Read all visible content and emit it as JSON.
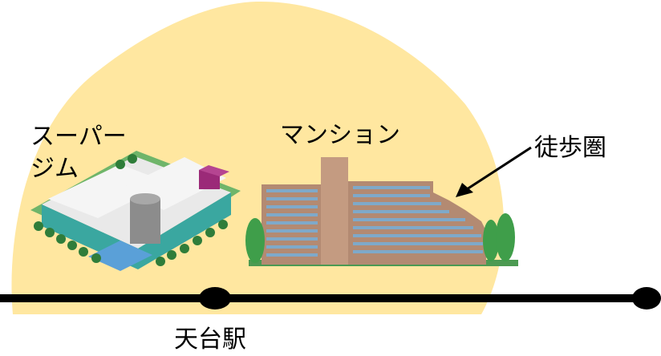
{
  "labels": {
    "supermarket_line1": "スーパー",
    "supermarket_line2": "ジム",
    "mansion": "マンション",
    "walking_area": "徒歩圏",
    "station": "天台駅"
  },
  "colors": {
    "walking_area_fill": "#ffe7a0",
    "rail_line": "#000000",
    "building_main": "#b38a72",
    "building_window": "#7fa9c9",
    "tree": "#3f9e4a",
    "supermarket_roof": "#f2f2f2",
    "supermarket_glass": "#3aa7a0",
    "accent_box": "#9b2a78"
  },
  "icons": [
    "supermarket-building-illustration",
    "apartment-building-illustration",
    "arrow-icon",
    "station-dot-icon"
  ]
}
